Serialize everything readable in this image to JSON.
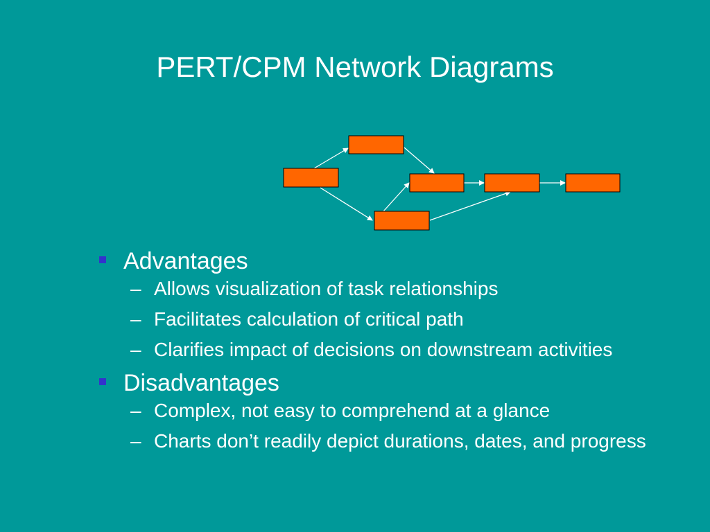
{
  "slide": {
    "title": "PERT/CPM Network Diagrams",
    "background": "#009999",
    "text_color": "#ffffff",
    "bullet_color": "#3333cc"
  },
  "diagram": {
    "node_fill": "#ff6600",
    "node_stroke": "#000000",
    "arrow_color": "#ffffff",
    "node_count": 6
  },
  "bullets": [
    {
      "label": "Advantages",
      "children": [
        "Allows visualization of task relationships",
        "Facilitates calculation of critical path",
        "Clarifies impact of decisions on downstream activities"
      ]
    },
    {
      "label": "Disadvantages",
      "children": [
        "Complex, not easy to comprehend at a glance",
        "Charts don’t readily depict durations, dates, and progress"
      ]
    }
  ]
}
